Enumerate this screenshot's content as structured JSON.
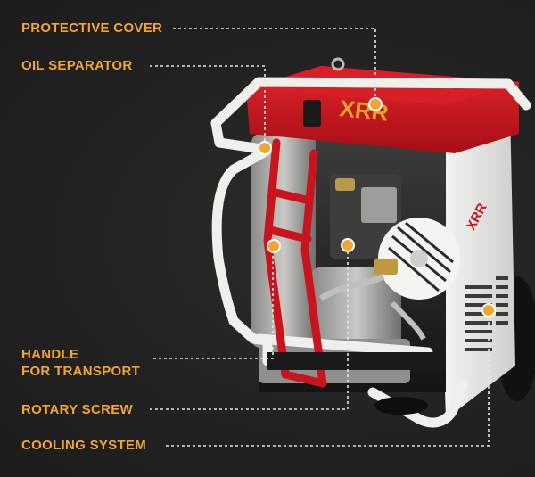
{
  "callouts": {
    "protective_cover": "PROTECTIVE COVER",
    "oil_separator": "OIL SEPARATOR",
    "handle_line1": "HANDLE",
    "handle_line2": "FOR TRANSPORT",
    "rotary_screw": "ROTARY SCREW",
    "cooling_system": "COOLING SYSTEM"
  },
  "colors": {
    "accent": "#f2a531",
    "background": "#222222",
    "cover_red": "#c8141c",
    "frame_white": "#eeeeee",
    "leader_line": "#e6e6e6"
  }
}
